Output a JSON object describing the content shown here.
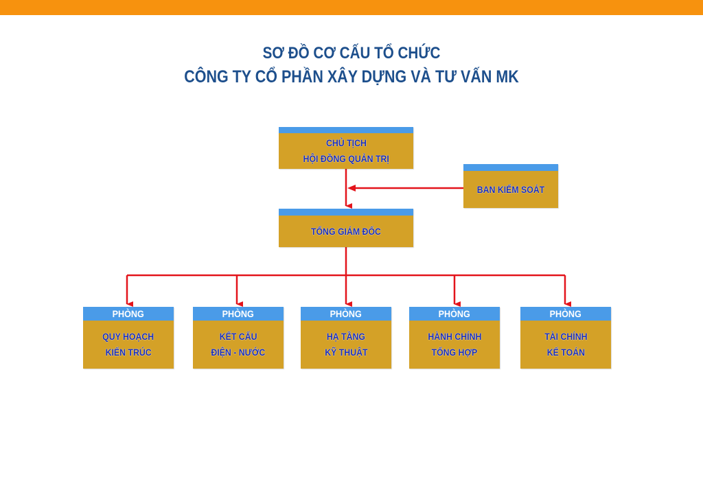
{
  "title": {
    "line1": "SƠ ĐỒ  CƠ CẤU TỔ CHỨC",
    "line2": "CÔNG TY CỔ PHẦN XÂY DỰNG VÀ TƯ VẤN MK"
  },
  "colors": {
    "top_bar": "#f7920e",
    "title_text": "#1d4f8c",
    "box_fill": "#d4a127",
    "box_header": "#4a9be8",
    "box_text": "#1c2fb5",
    "connector": "#e3141b"
  },
  "nodes": {
    "chairman": {
      "lines": [
        "CHỦ TỊCH",
        "HỘI ĐỒNG QUẢN TRỊ"
      ]
    },
    "supervisory": {
      "lines": [
        "BAN KIỂM SOÁT"
      ]
    },
    "ceo": {
      "lines": [
        "TỔNG GIÁM ĐỐC"
      ]
    },
    "departments": [
      {
        "header": "PHÒNG",
        "lines": [
          "QUY HOẠCH",
          "KIẾN TRÚC"
        ]
      },
      {
        "header": "PHÒNG",
        "lines": [
          "KẾT CẤU",
          "ĐIỆN - NƯỚC"
        ]
      },
      {
        "header": "PHÒNG",
        "lines": [
          "HẠ TẦNG",
          "KỸ THUẬT"
        ]
      },
      {
        "header": "PHÒNG",
        "lines": [
          "HÀNH CHÍNH",
          "TỔNG HỢP"
        ]
      },
      {
        "header": "PHÒNG",
        "lines": [
          "TÀI CHÍNH",
          "KẾ TOÁN"
        ]
      }
    ]
  },
  "edges": [
    {
      "from": "chairman",
      "to": "ceo"
    },
    {
      "from": "supervisory",
      "to": "chairman-ceo-line"
    },
    {
      "from": "ceo",
      "to": "departments.0"
    },
    {
      "from": "ceo",
      "to": "departments.1"
    },
    {
      "from": "ceo",
      "to": "departments.2"
    },
    {
      "from": "ceo",
      "to": "departments.3"
    },
    {
      "from": "ceo",
      "to": "departments.4"
    }
  ]
}
